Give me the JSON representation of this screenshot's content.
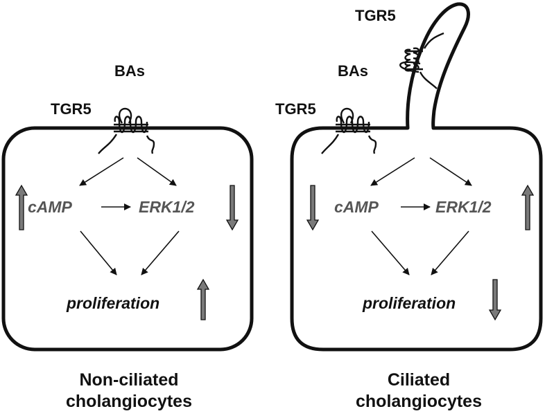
{
  "panels": [
    {
      "receptor_label": "TGR5",
      "ligand_label": "BAs",
      "camp_label": "cAMP",
      "erk_label": "ERK1/2",
      "outcome_label": "proliferation",
      "caption_line1": "Non-ciliated",
      "caption_line2": "cholangiocytes",
      "camp_direction": "up",
      "erk_direction": "down",
      "outcome_direction": "up"
    },
    {
      "receptor_label": "TGR5",
      "cilium_receptor_label": "TGR5",
      "ligand_label": "BAs",
      "camp_label": "cAMP",
      "erk_label": "ERK1/2",
      "outcome_label": "proliferation",
      "caption_line1": "Ciliated",
      "caption_line2": "cholangiocytes",
      "camp_direction": "down",
      "erk_direction": "up",
      "outcome_direction": "down"
    }
  ],
  "colors": {
    "outline": "#111111",
    "indicator_arrow": "#7a7a7a",
    "molecule_text": "#555555"
  },
  "icons": {
    "receptor": "seven-transmembrane-receptor-icon",
    "indicator": "block-arrow-icon"
  }
}
